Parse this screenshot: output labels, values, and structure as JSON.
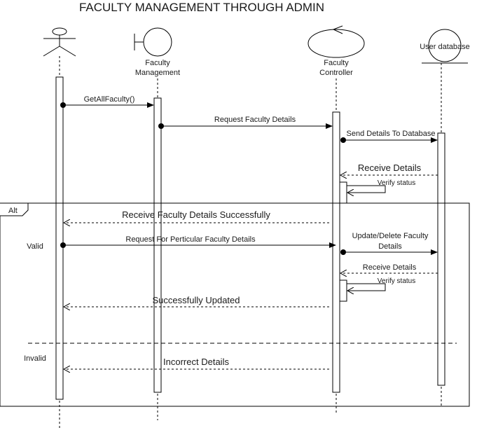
{
  "title": "FACULTY MANAGEMENT THROUGH ADMIN",
  "participants": {
    "admin": {
      "label": ""
    },
    "boundary": {
      "line1": "Faculty",
      "line2": "Management"
    },
    "controller": {
      "line1": "Faculty",
      "line2": "Controller"
    },
    "database": {
      "label": "User database"
    }
  },
  "fragment": {
    "operator": "Alt",
    "guard_valid": "Valid",
    "guard_invalid": "Invalid"
  },
  "messages": {
    "m1": "GetAllFaculty()",
    "m2": "Request Faculty Details",
    "m3": "Send Details To Database",
    "m4": "Receive Details",
    "m5": "Verify status",
    "m6": "Receive Faculty Details Successfully",
    "m7": "Request For Perticular Faculty Details",
    "m8_line1": "Update/Delete Faculty",
    "m8_line2": "Details",
    "m9": "Receive Details",
    "m10": "Verify status",
    "m11": "Successfully Updated",
    "m12": "Incorrect Details"
  },
  "colors": {
    "line": "#000000",
    "text": "#1a1a1a",
    "background": "#ffffff"
  }
}
